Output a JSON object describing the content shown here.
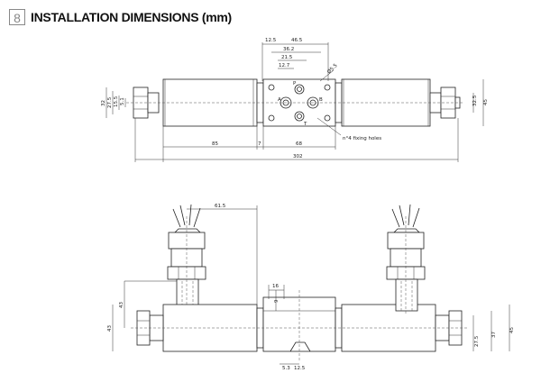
{
  "header": {
    "section_number": "8",
    "title": "INSTALLATION DIMENSIONS (mm)"
  },
  "top_view": {
    "dims": [
      "12.5",
      "46.5",
      "36.2",
      "21.5",
      "12.7",
      "Ø5.5",
      "32",
      "27.5",
      "15.5",
      "5.1",
      "32.5",
      "45",
      "85",
      "7",
      "68",
      "302"
    ],
    "note": "n°4 fixing holes",
    "port_labels": [
      "P",
      "A",
      "B",
      "T"
    ]
  },
  "bottom_view": {
    "dims": [
      "61.5",
      "43",
      "43",
      "16",
      "9",
      "5.3",
      "12.5",
      "27.5",
      "37",
      "45"
    ]
  }
}
